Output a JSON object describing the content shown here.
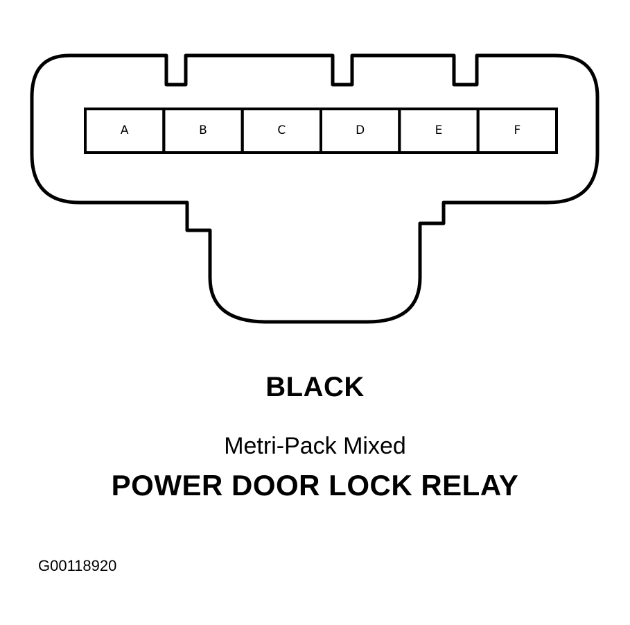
{
  "diagram": {
    "pins": [
      "A",
      "B",
      "C",
      "D",
      "E",
      "F"
    ],
    "connector_color": "BLACK",
    "connector_type": "Metri-Pack Mixed",
    "component_name": "POWER DOOR LOCK RELAY",
    "figure_id": "G00118920"
  }
}
